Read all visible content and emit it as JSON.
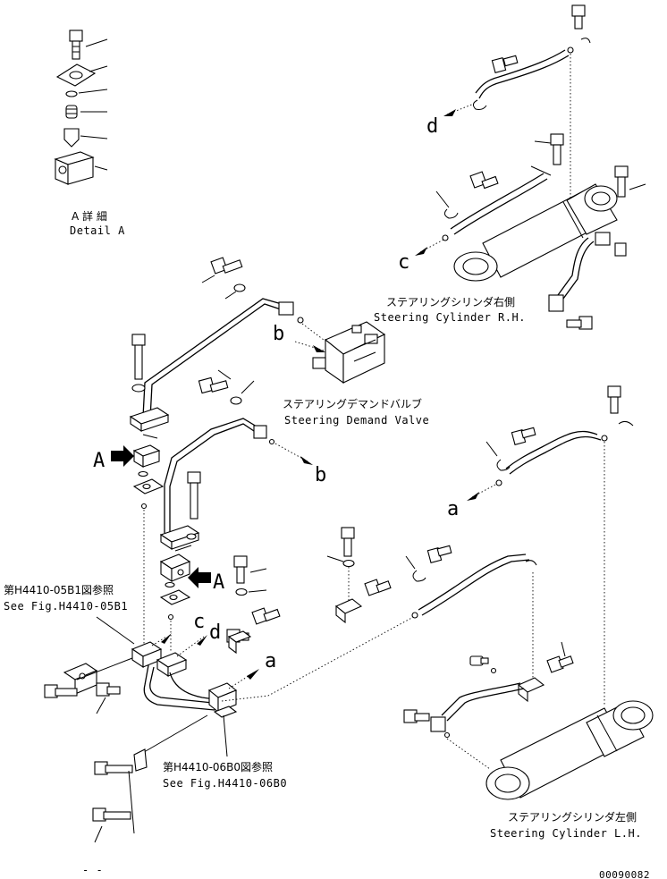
{
  "detail": {
    "title_jp": "A 詳 細",
    "title_en": "Detail A"
  },
  "components": {
    "cyl_rh_jp": "ステアリングシリンダ右側",
    "cyl_rh_en": "Steering Cylinder R.H.",
    "valve_jp": "ステアリングデマンドバルブ",
    "valve_en": "Steering Demand Valve",
    "cyl_lh_jp": "ステアリングシリンダ左側",
    "cyl_lh_en": "Steering Cylinder L.H."
  },
  "refs": {
    "ref1_jp": "第H4410-05B1図参照",
    "ref1_en": "See Fig.H4410-05B1",
    "ref2_jp": "第H4410-06B0図参照",
    "ref2_en": "See Fig.H4410-06B0"
  },
  "letters": {
    "a": "a",
    "b": "b",
    "c": "c",
    "d": "d",
    "A": "A"
  },
  "footer": {
    "code": "00090082",
    "mark": "‐ ‐"
  }
}
